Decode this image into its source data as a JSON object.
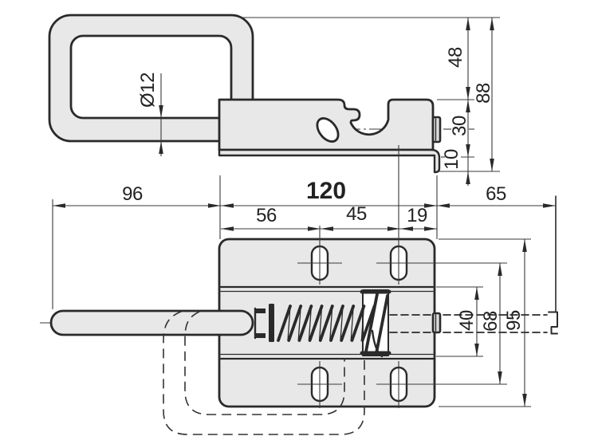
{
  "drawing": {
    "kind": "technical drawing, spring latch bolt, two orthographic views",
    "colors": {
      "background": "#ffffff",
      "outline": "#2a2a2a",
      "part_fill": "#e8e8e8",
      "dimension_lines": "#3a3a3a",
      "text": "#222222"
    }
  },
  "dimensions": {
    "side_view": {
      "rod_diameter": "Ø12",
      "loop_top_to_body": "48",
      "overall_height": "88",
      "body_height": "30",
      "flange_offset": "10"
    },
    "plan_view": {
      "handle_length": "96",
      "body_width": "120",
      "slot_offset_left": "56",
      "slot_spacing": "45",
      "slot_offset_right": "19",
      "bolt_reach": "65",
      "channel_height": "40",
      "slot_row_spacing": "68",
      "body_depth": "95"
    }
  }
}
